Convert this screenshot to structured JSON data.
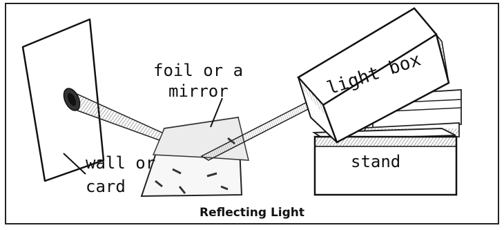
{
  "labels": {
    "mirror_line1": "foil or a",
    "mirror_line2": "mirror",
    "wall_line1": "wall or",
    "wall_line2": "card",
    "light_box": "light box",
    "stand": "stand"
  },
  "caption": "Reflecting Light"
}
